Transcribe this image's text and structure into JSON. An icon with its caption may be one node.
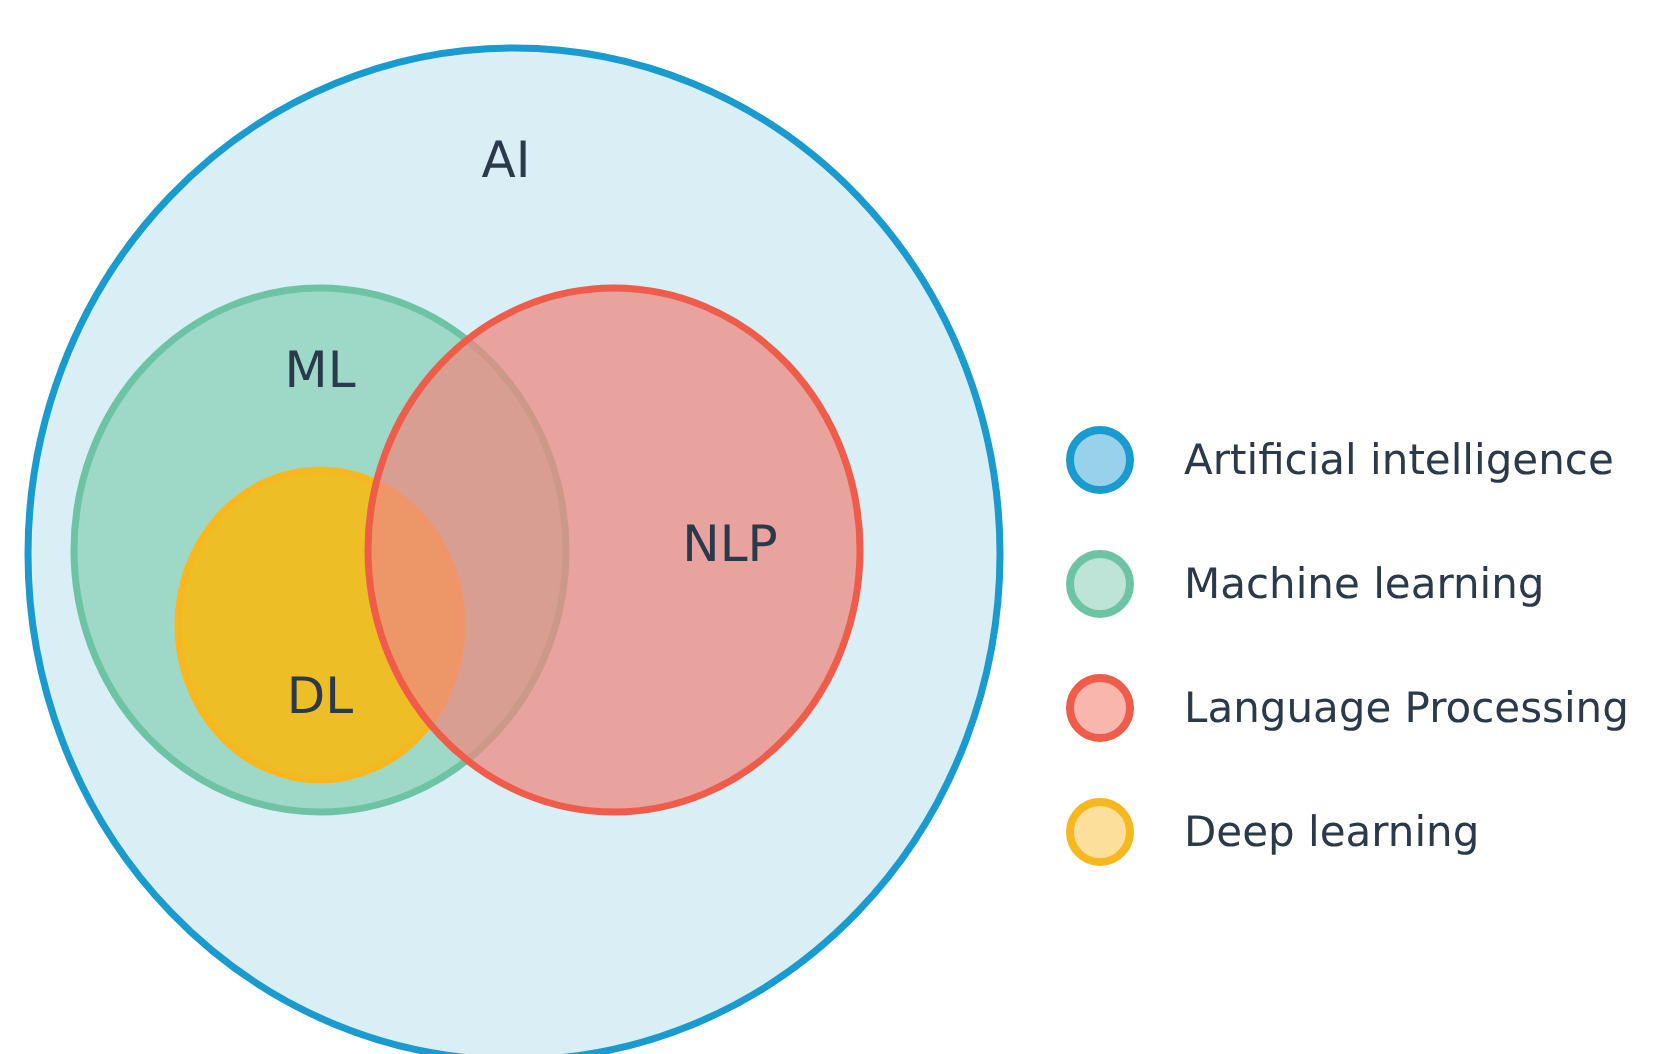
{
  "diagram": {
    "nodes": [
      {
        "text": [
          "AI"
        ]
      },
      {
        "text": [
          "ML"
        ],
        "in": 0
      },
      {
        "text": [
          "DL"
        ],
        "in": 1
      },
      {
        "text": [
          "NLP"
        ],
        "in": 0
      }
    ],
    "edges": [],
    "legend": [
      {
        "text": "Artificial intelligence",
        "color": "#1a9bd0"
      },
      {
        "text": "Machine learning",
        "color": "#6cc4a4"
      },
      {
        "text": "Language Processing",
        "color": "#ef5d4a"
      },
      {
        "text": "Deep learning",
        "color": "#f7b81f"
      }
    ]
  }
}
